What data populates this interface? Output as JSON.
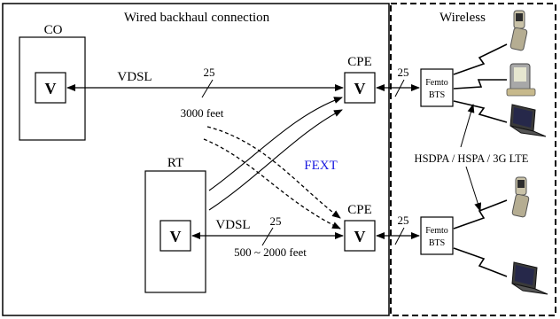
{
  "sections": {
    "wired_title": "Wired backhaul connection",
    "wireless_title": "Wireless"
  },
  "nodes": {
    "co_label": "CO",
    "rt_label": "RT",
    "cpe_top_label": "CPE",
    "cpe_bottom_label": "CPE",
    "vdsl_modem": "V"
  },
  "links": {
    "top": {
      "tech": "VDSL",
      "pairs": "25",
      "distance": "3000 feet"
    },
    "bottom": {
      "tech": "VDSL",
      "pairs": "25",
      "distance": "500 ~ 2000 feet"
    },
    "cpe_top_pairs": "25",
    "cpe_bottom_pairs": "25"
  },
  "crosstalk_label": "FEXT",
  "femto": {
    "line1": "Femto",
    "line2": "BTS"
  },
  "wireless_standards": "HSDPA / HSPA / 3G LTE",
  "colors": {
    "fext": "#1a1adf",
    "border": "#000000",
    "background": "#ffffff"
  },
  "icons": [
    "mobile-flip-phone-icon",
    "pda-phone-icon",
    "laptop-icon"
  ]
}
